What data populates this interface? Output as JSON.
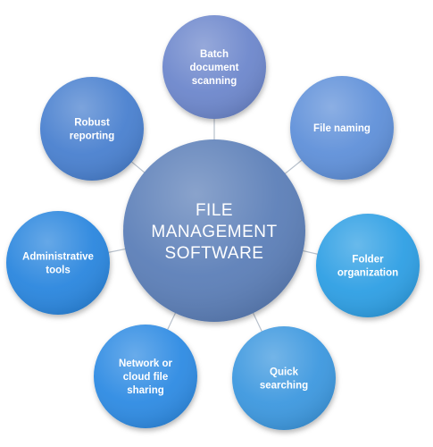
{
  "center": {
    "lines": [
      "FILE",
      "MANAGEMENT",
      "SOFTWARE"
    ]
  },
  "nodes": [
    {
      "id": "batch-document-scanning",
      "lines": [
        "Batch",
        "document",
        "scanning"
      ],
      "color": "#6d87cc"
    },
    {
      "id": "file-naming",
      "lines": [
        "File naming"
      ],
      "color": "#5f90d9"
    },
    {
      "id": "folder-organization",
      "lines": [
        "Folder",
        "organization"
      ],
      "color": "#2f9fe4"
    },
    {
      "id": "quick-searching",
      "lines": [
        "Quick",
        "searching"
      ],
      "color": "#3e98df"
    },
    {
      "id": "network-or-cloud-file-sharing",
      "lines": [
        "Network or",
        "cloud file",
        "sharing"
      ],
      "color": "#2e8be3"
    },
    {
      "id": "administrative-tools",
      "lines": [
        "Administrative",
        "tools"
      ],
      "color": "#2a86de"
    },
    {
      "id": "robust-reporting",
      "lines": [
        "Robust",
        "reporting"
      ],
      "color": "#4a80cf"
    }
  ],
  "colors": {
    "center": "#5b7fb8",
    "connector": "#b8c1cc",
    "text": "#ffffff"
  }
}
